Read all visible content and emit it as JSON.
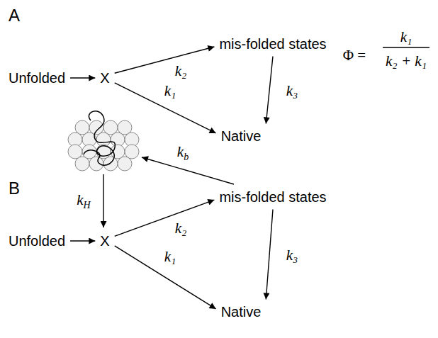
{
  "diagram": {
    "nodes": [
      {
        "text": [
          "Unfolded"
        ]
      },
      {
        "text": [
          "X"
        ]
      },
      {
        "text": [
          "mis-folded states"
        ]
      },
      {
        "text": [
          "Native"
        ]
      },
      {
        "text": [
          "Unfolded"
        ]
      },
      {
        "text": [
          "X"
        ]
      },
      {
        "text": [
          "mis-folded states"
        ]
      },
      {
        "text": [
          "Native"
        ]
      }
    ],
    "edges": [
      {
        "from": 0,
        "to": 1,
        "arrow": "to"
      },
      {
        "from": 1,
        "to": 2,
        "label": "k₂",
        "arrow": "to"
      },
      {
        "from": 1,
        "to": 3,
        "label": "k₁",
        "arrow": "to"
      },
      {
        "from": 2,
        "to": 3,
        "label": "k₃",
        "arrow": "to"
      },
      {
        "from": 4,
        "to": 5,
        "arrow": "to"
      },
      {
        "from": 5,
        "to": 6,
        "label": "k₂",
        "arrow": "to"
      },
      {
        "from": 5,
        "to": 7,
        "label": "k₁",
        "arrow": "to"
      },
      {
        "from": 6,
        "to": 7,
        "label": "k₃",
        "arrow": "to"
      }
    ],
    "labels": [
      "A",
      "Φ =",
      "k₁",
      "k₂ + k₁",
      "B",
      "kb",
      "kH"
    ]
  }
}
